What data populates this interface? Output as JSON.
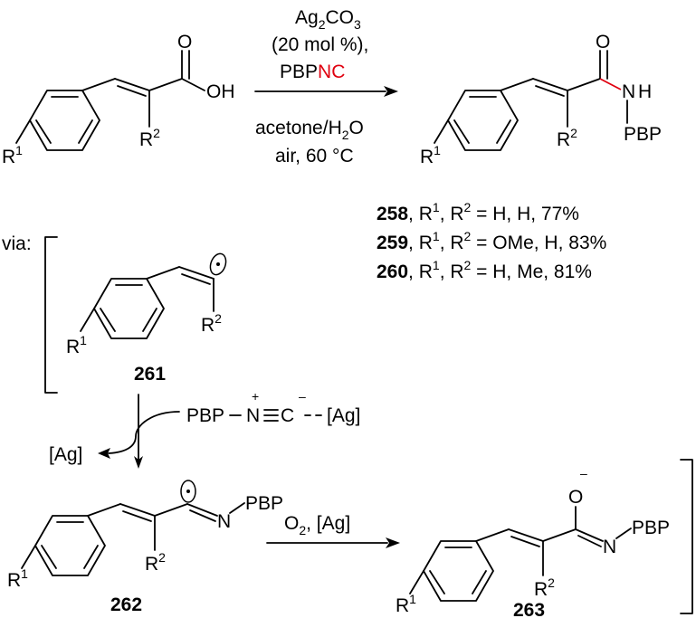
{
  "reagents": {
    "line1_main": "Ag",
    "line1_sub": "2",
    "line1_rest": "CO",
    "line1_sub2": "3",
    "line2": "(20 mol %),",
    "line3_black": "PBP",
    "line3_red": "NC",
    "line4_main": "acetone/H",
    "line4_sub": "2",
    "line4_rest": "O",
    "line5": "air, 60 °C",
    "highlight_color": "#e0000f"
  },
  "substrate": {
    "o_label": "O",
    "oh_label": "OH",
    "r1": "R",
    "r1_sup": "1",
    "r2": "R",
    "r2_sup": "2"
  },
  "product": {
    "o_label": "O",
    "nh_n": "N",
    "nh_h": "H",
    "pbp": "PBP",
    "r1": "R",
    "r1_sup": "1",
    "r2": "R",
    "r2_sup": "2"
  },
  "entries": [
    {
      "num": "258",
      "r1_sup": "1",
      "r2_sup": "2",
      "text_a": ", R",
      "text_b": ", R",
      "text_c": " = H, H, 77%"
    },
    {
      "num": "259",
      "r1_sup": "1",
      "r2_sup": "2",
      "text_a": ", R",
      "text_b": ", R",
      "text_c": " = OMe, H, 83%"
    },
    {
      "num": "260",
      "r1_sup": "1",
      "r2_sup": "2",
      "text_a": ", R",
      "text_b": ", R",
      "text_c": " = H, Me, 81%"
    }
  ],
  "mechanism": {
    "via_label": "via:",
    "int261": {
      "label": "261",
      "r1": "R",
      "r1_sup": "1",
      "r2": "R",
      "r2_sup": "2"
    },
    "isocyanide": {
      "pbp": "PBP",
      "n": "N",
      "c": "C",
      "plus": "+",
      "minus": "–",
      "ag": "[Ag]"
    },
    "ag_out": "[Ag]",
    "int262": {
      "label": "262",
      "n": "N",
      "pbp": "PBP",
      "r1": "R",
      "r1_sup": "1",
      "r2": "R",
      "r2_sup": "2"
    },
    "step_main": "O",
    "step_sub": "2",
    "step_rest": ", [Ag]",
    "int263": {
      "label": "263",
      "o": "O",
      "o_minus": "–",
      "n": "N",
      "pbp": "PBP",
      "r1": "R",
      "r1_sup": "1",
      "r2": "R",
      "r2_sup": "2"
    }
  }
}
